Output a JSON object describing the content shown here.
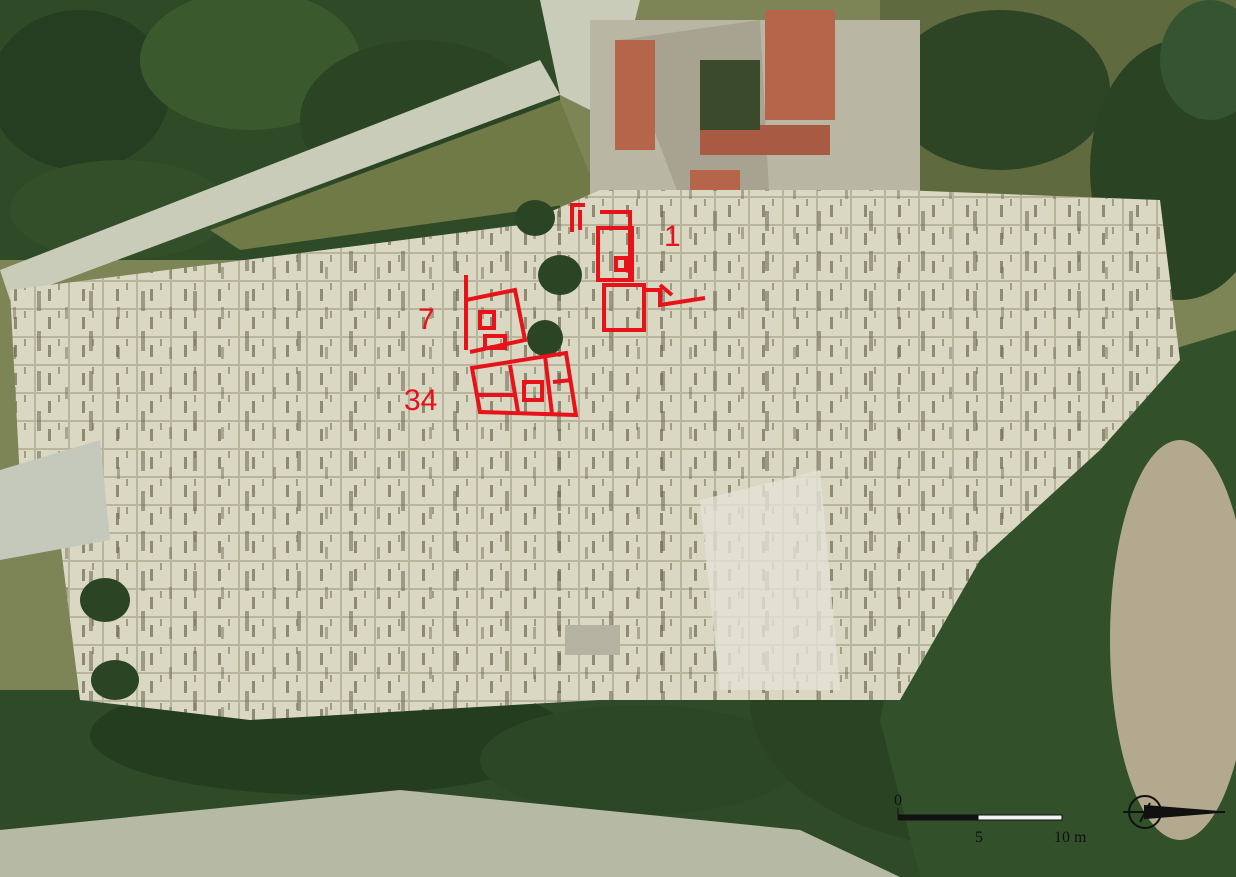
{
  "map": {
    "labels": {
      "house_1": "1",
      "house_7": "7",
      "house_34": "34"
    },
    "scale_bar": {
      "tick_0": "0",
      "tick_5": "5",
      "tick_10": "10 m"
    },
    "north_arrow": "north-arrow-icon",
    "colors": {
      "highlight": "#e8121b",
      "ruins": "#d8d6c0",
      "vegetation": "#2f4a26",
      "grass": "#8a8f5e",
      "roof": "#b5654a"
    }
  }
}
